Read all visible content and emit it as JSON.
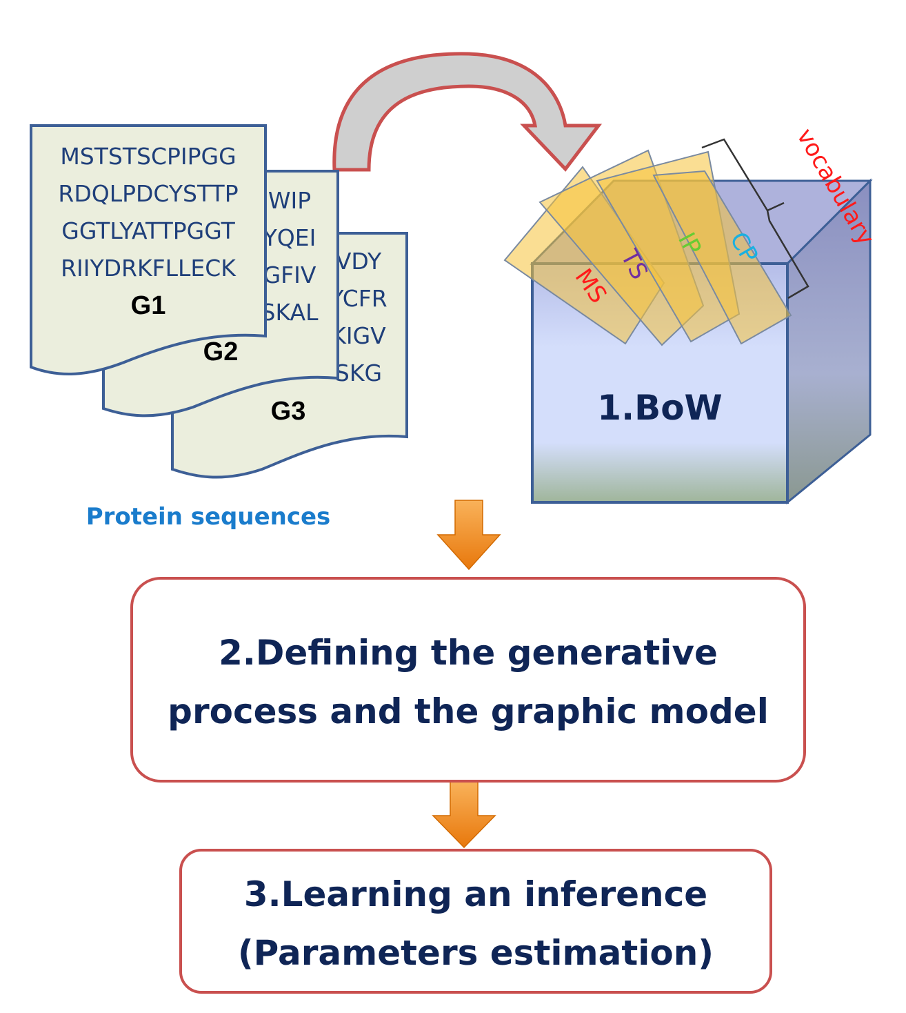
{
  "documents": [
    {
      "label": "G1",
      "lines": [
        "MSTSTSCPIPGG",
        "RDQLPDCYSTTP",
        "GGTLYATTPGGT",
        "RIIYDRKFLLECK"
      ]
    },
    {
      "label": "G2",
      "lines": [
        "WIP",
        "YQEI",
        "GFIV",
        "SKAL"
      ]
    },
    {
      "label": "G3",
      "lines": [
        "VDY",
        "YCFR",
        "KIGV",
        "SKG"
      ]
    }
  ],
  "caption": "Protein sequences",
  "bow": {
    "title": "1.BoW",
    "vocabulary_label": "vocabulary",
    "words": [
      {
        "text": "MS",
        "color": "#ff1a1a"
      },
      {
        "text": "TS",
        "color": "#7030a0"
      },
      {
        "text": "IP",
        "color": "#66cc33"
      },
      {
        "text": "CP",
        "color": "#1ab0e0"
      }
    ]
  },
  "steps": [
    {
      "lines": [
        "2.Defining the generative",
        "process and the graphic model"
      ]
    },
    {
      "lines": [
        "3.Learning an inference",
        "(Parameters estimation)"
      ]
    }
  ],
  "colors": {
    "doc_fill": "#ebeedd",
    "doc_stroke": "#3d5f96",
    "box_stroke": "#c9504f",
    "arrow_orange": "#f08a1c"
  }
}
